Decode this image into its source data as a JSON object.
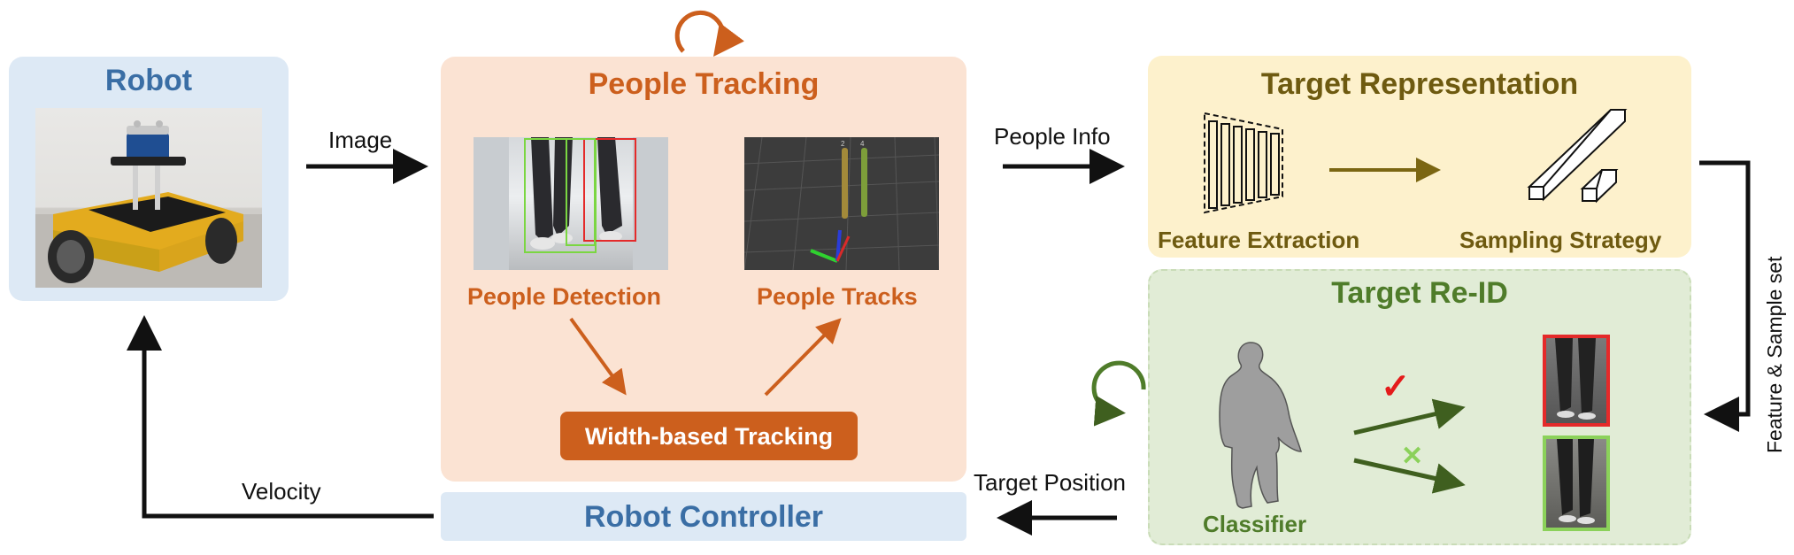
{
  "robot": {
    "title": "Robot"
  },
  "people_tracking": {
    "title": "People Tracking",
    "detection_label": "People Detection",
    "tracks_label": "People Tracks",
    "tracking_box": "Width-based Tracking"
  },
  "target_representation": {
    "title": "Target Representation",
    "feature_label": "Feature Extraction",
    "sampling_label": "Sampling Strategy"
  },
  "target_reid": {
    "title": "Target Re-ID",
    "classifier_label": "Classifier"
  },
  "robot_controller": {
    "title": "Robot Controller"
  },
  "edges": {
    "image": "Image",
    "people_info": "People Info",
    "feature_sample": "Feature & Sample set",
    "target_position": "Target Position",
    "velocity": "Velocity"
  },
  "colors": {
    "robot_panel": "#dde9f5",
    "tracking_panel": "#fbe3d3",
    "representation_panel": "#fdf1cc",
    "reid_panel": "#e1ecd6",
    "controller_panel": "#dde9f5",
    "orange_accent": "#cc5f1d",
    "blue_accent": "#3a6ea5",
    "olive_accent": "#6e5a10",
    "green_accent": "#4f7c2a"
  },
  "marks": {
    "check": "✓",
    "cross": "✕"
  }
}
